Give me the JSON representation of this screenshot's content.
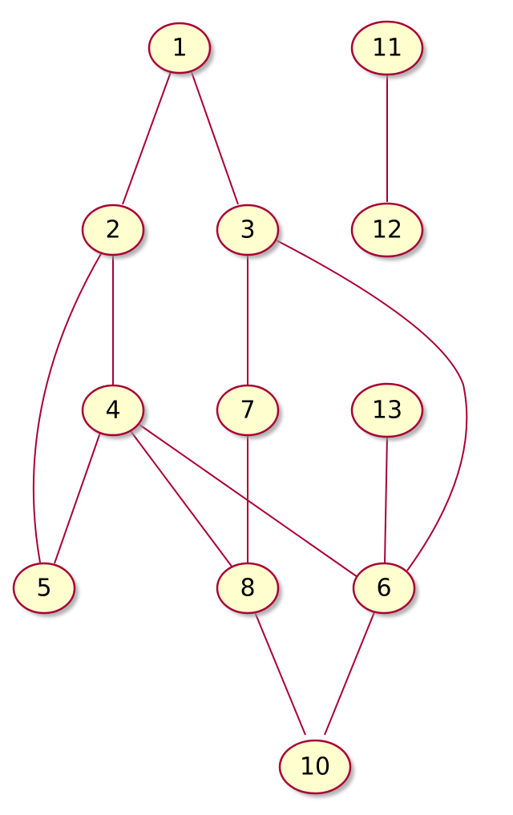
{
  "diagram": {
    "type": "undirected-graph",
    "colors": {
      "node_fill": "#fefece",
      "node_border": "#a80036",
      "edge": "#a80036",
      "label": "#000000"
    },
    "nodes": [
      {
        "id": "n1",
        "label": "1"
      },
      {
        "id": "n2",
        "label": "2"
      },
      {
        "id": "n3",
        "label": "3"
      },
      {
        "id": "n4",
        "label": "4"
      },
      {
        "id": "n5",
        "label": "5"
      },
      {
        "id": "n6",
        "label": "6"
      },
      {
        "id": "n7",
        "label": "7"
      },
      {
        "id": "n8",
        "label": "8"
      },
      {
        "id": "n10",
        "label": "10"
      },
      {
        "id": "n11",
        "label": "11"
      },
      {
        "id": "n12",
        "label": "12"
      },
      {
        "id": "n13",
        "label": "13"
      }
    ],
    "edges": [
      {
        "from": "1",
        "to": "2"
      },
      {
        "from": "1",
        "to": "3"
      },
      {
        "from": "11",
        "to": "12"
      },
      {
        "from": "2",
        "to": "4"
      },
      {
        "from": "2",
        "to": "5"
      },
      {
        "from": "3",
        "to": "7"
      },
      {
        "from": "3",
        "to": "6"
      },
      {
        "from": "4",
        "to": "5"
      },
      {
        "from": "4",
        "to": "8"
      },
      {
        "from": "4",
        "to": "6"
      },
      {
        "from": "7",
        "to": "8"
      },
      {
        "from": "13",
        "to": "6"
      },
      {
        "from": "8",
        "to": "10"
      },
      {
        "from": "6",
        "to": "10"
      }
    ]
  }
}
